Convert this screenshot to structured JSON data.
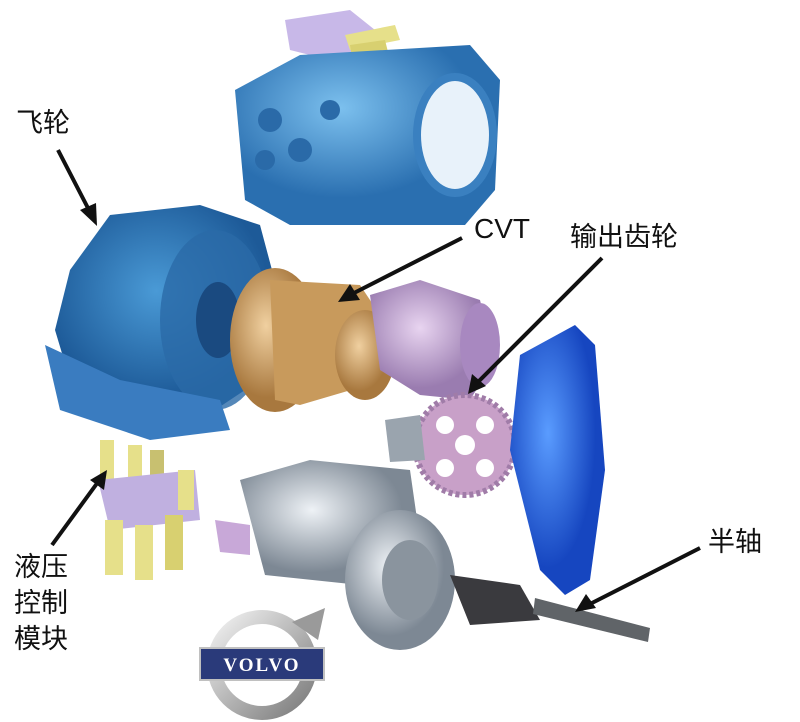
{
  "labels": {
    "flywheel": "飞轮",
    "cvt": "CVT",
    "output_gear": "输出齿轮",
    "half_shaft": "半轴",
    "hydraulic_line1": "液压",
    "hydraulic_line2": "控制",
    "hydraulic_line3": "模块"
  },
  "logo": {
    "text": "VOLVO"
  },
  "colors": {
    "housing_blue": "#4a9ad6",
    "flywheel_blue": "#2f7fc4",
    "cvt_gold": "#c89a5c",
    "cvt_purple": "#c4a6d6",
    "gear_pink": "#c8a0c8",
    "cover_blue": "#2a6ae6",
    "diff_grey": "#b4bcc6",
    "valve_yellow": "#e6e08a"
  }
}
